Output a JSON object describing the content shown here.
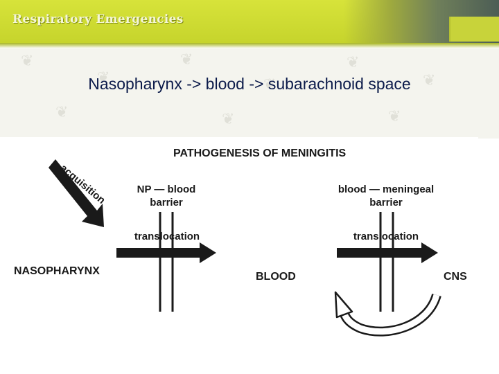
{
  "header": {
    "title": "Respiratory Emergencies"
  },
  "slide": {
    "subtitle": "Nasopharynx -> blood -> subarachnoid space"
  },
  "diagram": {
    "title": "PATHOGENESIS OF MENINGITIS",
    "acquisition_label": "acquisition",
    "barrier1_line1": "NP — blood",
    "barrier1_line2": "barrier",
    "barrier2_line1": "blood — meningeal",
    "barrier2_line2": "barrier",
    "translocation1": "translocation",
    "translocation2": "translocation",
    "node_nasopharynx": "NASOPHARYNX",
    "node_blood": "BLOOD",
    "node_cns": "CNS"
  }
}
